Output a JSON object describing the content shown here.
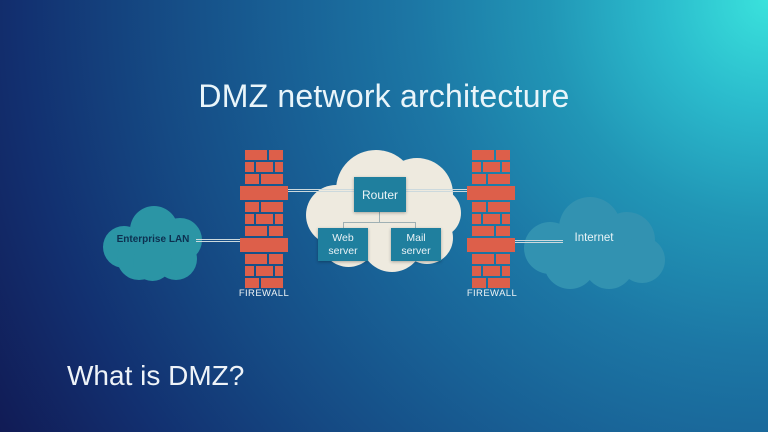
{
  "slide": {
    "title": "DMZ network architecture",
    "footer_question": "What is DMZ?"
  },
  "diagram": {
    "enterprise_cloud_label": "Enterprise LAN",
    "firewall_left_label": "FIREWALL",
    "firewall_right_label": "FIREWALL",
    "router_label": "Router",
    "web_server_label": "Web server",
    "mail_server_label": "Mail server",
    "internet_cloud_label": "Internet"
  },
  "colors": {
    "title-text": "#e9f5fa",
    "brick": "#dd5f4a",
    "node-box": "#1f7f9e",
    "enterprise-cloud": "#2b95a5",
    "center-cloud": "#eeeadf",
    "internet-cloud": "#3292b1",
    "connector": "#ccd9dd",
    "inner-connector": "#9fb0b4",
    "dark-label": "#0d3050",
    "bg-top-right": "#3ae2dc",
    "bg-bottom-left": "#111b55"
  }
}
